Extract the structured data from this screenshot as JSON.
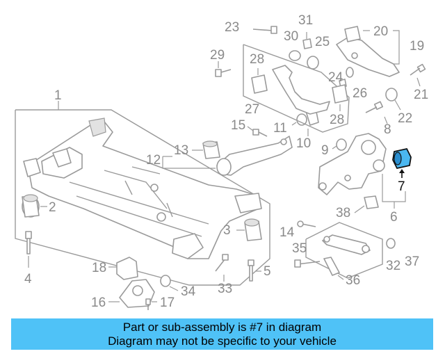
{
  "diagram": {
    "labels": [
      "1",
      "2",
      "3",
      "4",
      "5",
      "6",
      "7",
      "8",
      "9",
      "10",
      "11",
      "12",
      "13",
      "14",
      "15",
      "16",
      "17",
      "18",
      "19",
      "20",
      "21",
      "22",
      "23",
      "24",
      "25",
      "26",
      "27",
      "28",
      "28",
      "29",
      "30",
      "31",
      "32",
      "33",
      "34",
      "35",
      "36",
      "37",
      "38"
    ],
    "highlighted_label": "7",
    "colors": {
      "line": "#9a9a9a",
      "label": "#8a8a8a",
      "highlight_fill": "#4ab7f0",
      "highlight_label": "#111111"
    }
  },
  "banner": {
    "line1": "Part or sub-assembly is #7 in diagram",
    "line2": "Diagram may not be specific to your vehicle",
    "background": "#4fc2f7"
  }
}
